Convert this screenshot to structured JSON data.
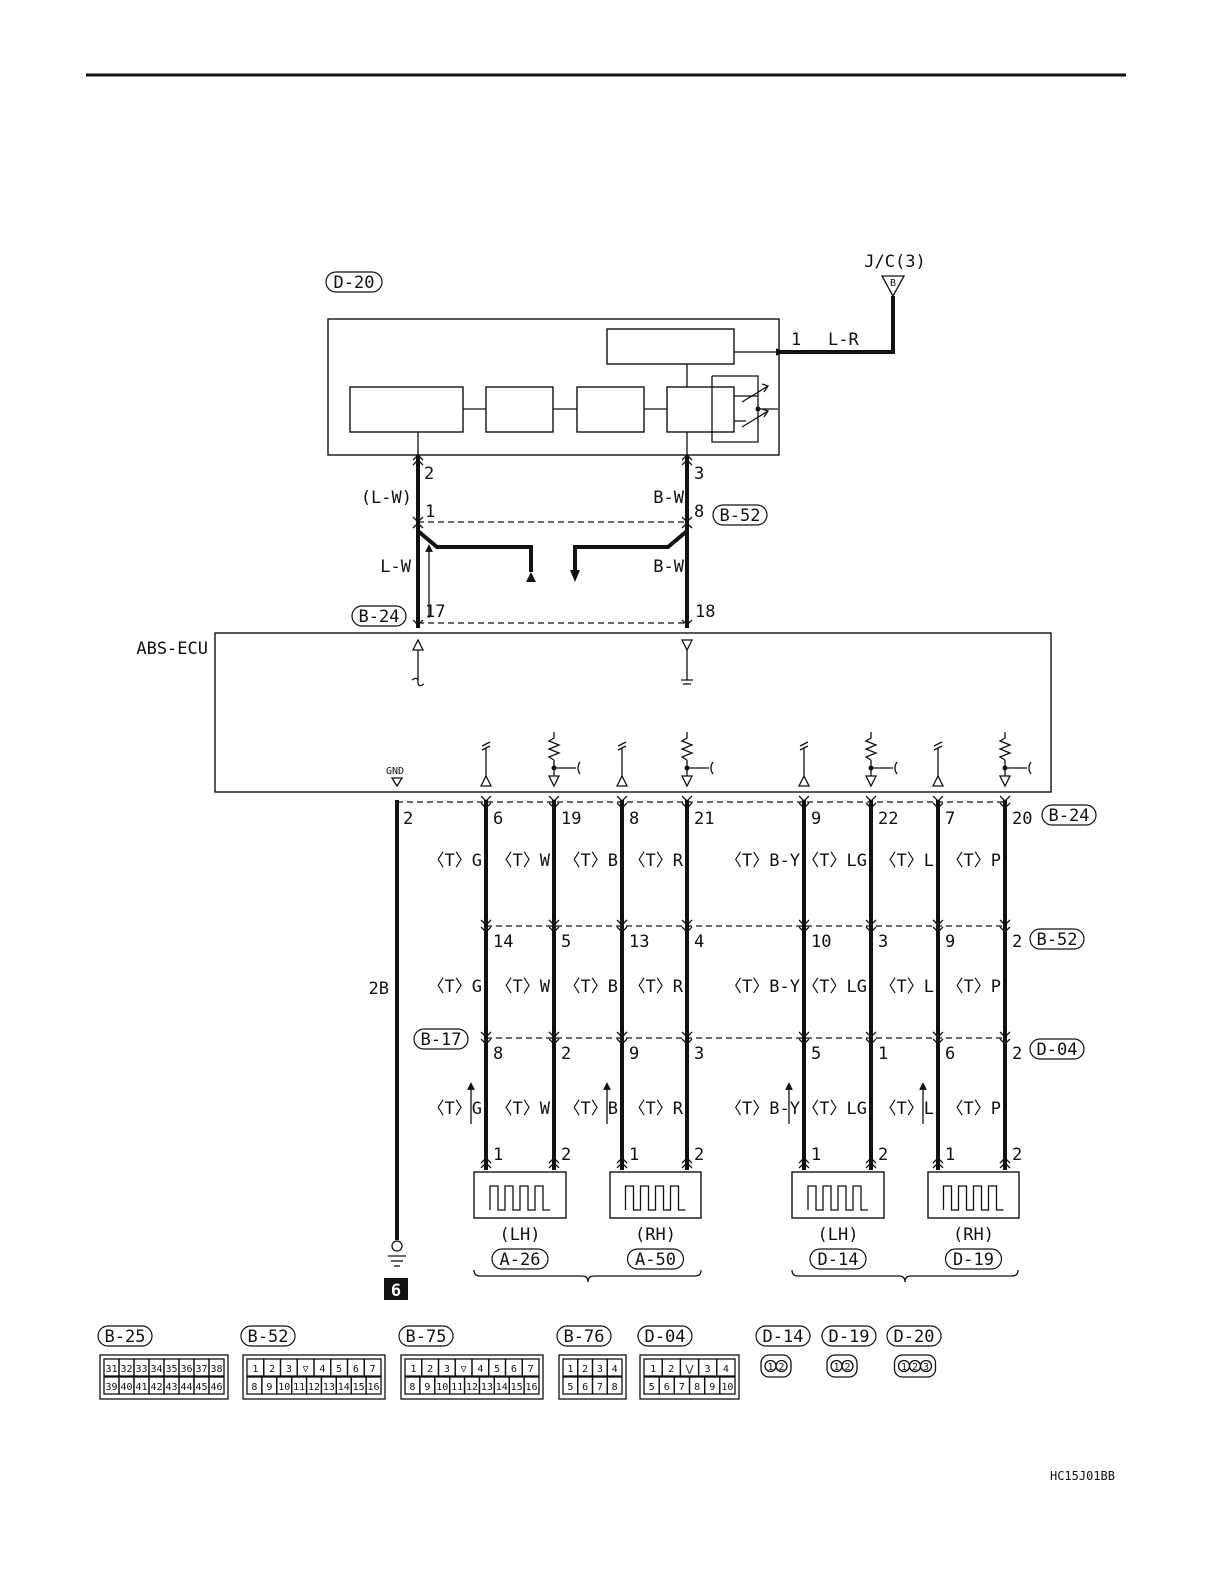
{
  "diagram": {
    "code": "HC15J01BB",
    "jc_label": "J/C(3)",
    "jc_letter": "B",
    "ecu_label": "ABS-ECU",
    "gnd_label": "GND",
    "ground_wire": "2B",
    "ground_point": "6",
    "sensor_box": {
      "connector": "D-20",
      "pins": {
        "power": "1",
        "out": "2",
        "in": "3"
      },
      "power_wire": "L-R"
    },
    "comm_lines": {
      "left_upper": "(L-W)",
      "left_lower": "L-W",
      "right_upper": "B-W",
      "right_lower": "B-W",
      "b52_pins": [
        "1",
        "8"
      ],
      "b24_pins": [
        "17",
        "18"
      ]
    },
    "connectors": {
      "b24": "B-24",
      "b52": "B-52",
      "b17": "B-17",
      "d04": "D-04"
    },
    "wheel_lines": [
      {
        "ecu_pin": "6",
        "b52_pin": "14",
        "mid_pin": "8",
        "sensor_pin": "1",
        "color": "〈T〉G"
      },
      {
        "ecu_pin": "19",
        "b52_pin": "5",
        "mid_pin": "2",
        "sensor_pin": "2",
        "color": "〈T〉W"
      },
      {
        "ecu_pin": "8",
        "b52_pin": "13",
        "mid_pin": "9",
        "sensor_pin": "1",
        "color": "〈T〉B"
      },
      {
        "ecu_pin": "21",
        "b52_pin": "4",
        "mid_pin": "3",
        "sensor_pin": "2",
        "color": "〈T〉R"
      },
      {
        "ecu_pin": "9",
        "b52_pin": "10",
        "mid_pin": "5",
        "sensor_pin": "1",
        "color": "〈T〉B-Y"
      },
      {
        "ecu_pin": "22",
        "b52_pin": "3",
        "mid_pin": "1",
        "sensor_pin": "2",
        "color": "〈T〉LG"
      },
      {
        "ecu_pin": "7",
        "b52_pin": "9",
        "mid_pin": "6",
        "sensor_pin": "1",
        "color": "〈T〉L"
      },
      {
        "ecu_pin": "20",
        "b52_pin": "2",
        "mid_pin": "2",
        "sensor_pin": "2",
        "color": "〈T〉P"
      }
    ],
    "ground_pin": "2",
    "sensors": [
      {
        "side": "(LH)",
        "connector": "A-26"
      },
      {
        "side": "(RH)",
        "connector": "A-50"
      },
      {
        "side": "(LH)",
        "connector": "D-14"
      },
      {
        "side": "(RH)",
        "connector": "D-19"
      }
    ],
    "legend": [
      {
        "name": "B-25",
        "rows": [
          [
            "31",
            "32",
            "33",
            "34",
            "35",
            "36",
            "37",
            "38"
          ],
          [
            "39",
            "40",
            "41",
            "42",
            "43",
            "44",
            "45",
            "46"
          ]
        ]
      },
      {
        "name": "B-52",
        "rows": [
          [
            "1",
            "2",
            "3",
            "▽",
            "4",
            "5",
            "6",
            "7"
          ],
          [
            "8",
            "9",
            "10",
            "11",
            "12",
            "13",
            "14",
            "15",
            "16"
          ]
        ]
      },
      {
        "name": "B-75",
        "rows": [
          [
            "1",
            "2",
            "3",
            "▽",
            "4",
            "5",
            "6",
            "7"
          ],
          [
            "8",
            "9",
            "10",
            "11",
            "12",
            "13",
            "14",
            "15",
            "16"
          ]
        ]
      },
      {
        "name": "B-76",
        "rows": [
          [
            "1",
            "2",
            "3",
            "4"
          ],
          [
            "5",
            "6",
            "7",
            "8"
          ]
        ]
      },
      {
        "name": "D-04",
        "rows": [
          [
            "1",
            "2",
            "⋁",
            "3",
            "4"
          ],
          [
            "5",
            "6",
            "7",
            "8",
            "9",
            "10"
          ]
        ]
      },
      {
        "name": "D-14",
        "rows": [
          [
            "1",
            "2"
          ]
        ]
      },
      {
        "name": "D-19",
        "rows": [
          [
            "1",
            "2"
          ]
        ]
      },
      {
        "name": "D-20",
        "rows": [
          [
            "1",
            "2",
            "3"
          ]
        ]
      }
    ]
  }
}
